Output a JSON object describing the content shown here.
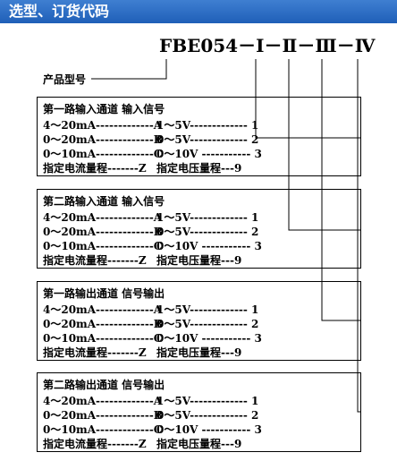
{
  "header": {
    "title": "选型、订货代码"
  },
  "model_code": {
    "prefix": "FBE054",
    "parts": [
      "－",
      "Ⅰ",
      "－",
      "Ⅱ",
      "－",
      "Ⅲ",
      "－",
      "Ⅳ"
    ]
  },
  "product_model_label": "产品型号",
  "boxes": [
    {
      "title": "第一路输入通道  输入信号",
      "rows": [
        {
          "left": "4～20mA-------------A",
          "right": "1～5V------------- 1"
        },
        {
          "left": "0～20mA-------------B",
          "right": "0～5V------------- 2"
        },
        {
          "left": "0～10mA-------------C",
          "right": "0～10V ----------- 3"
        },
        {
          "left": "指定电流量程-------Z",
          "right": "指定电压量程---9"
        }
      ]
    },
    {
      "title": "第二路输入通道  输入信号",
      "rows": [
        {
          "left": "4～20mA-------------A",
          "right": "1～5V------------- 1"
        },
        {
          "left": "0～20mA-------------B",
          "right": "0～5V------------- 2"
        },
        {
          "left": "0～10mA-------------C",
          "right": "0～10V ----------- 3"
        },
        {
          "left": "指定电流量程-------Z",
          "right": "指定电压量程---9"
        }
      ]
    },
    {
      "title": "第一路输出通道  信号输出",
      "rows": [
        {
          "left": "4～20mA-------------A",
          "right": "1～5V------------- 1"
        },
        {
          "left": "0～20mA-------------B",
          "right": "0～5V------------- 2"
        },
        {
          "left": "0～10mA-------------C",
          "right": "0～10V ----------- 3"
        },
        {
          "left": "指定电流量程-------Z",
          "right": "指定电压量程---9"
        }
      ]
    },
    {
      "title": "第二路输出通道  信号输出",
      "rows": [
        {
          "left": "4～20mA-------------A",
          "right": "1～5V------------- 1"
        },
        {
          "left": "0～20mA-------------B",
          "right": "0～5V------------- 2"
        },
        {
          "left": "0～10mA-------------C",
          "right": "0～10V ----------- 3"
        },
        {
          "left": "指定电流量程-------Z",
          "right": "指定电压量程---9"
        }
      ]
    }
  ]
}
